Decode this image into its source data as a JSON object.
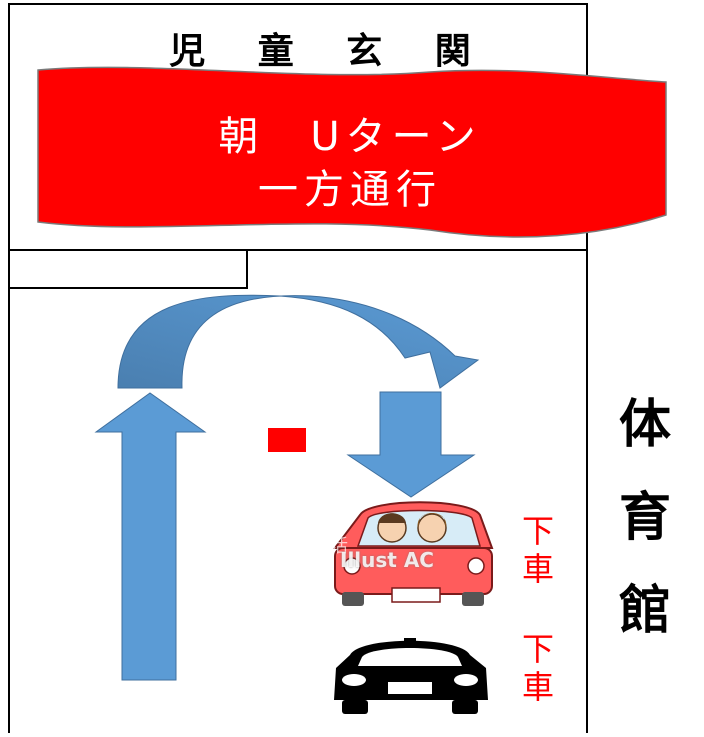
{
  "entrance": {
    "label": "児 童 玄 関"
  },
  "banner": {
    "line1": "朝　Uターン",
    "line2": "一方通行",
    "color": "#ff0000"
  },
  "gym": {
    "chars": [
      "体",
      "育",
      "館"
    ]
  },
  "cars": [
    {
      "name": "illustrated-car",
      "label": "下車",
      "color": "#ff5c5c"
    },
    {
      "name": "black-car",
      "label": "下車",
      "color": "#000000"
    }
  ],
  "watermark": {
    "text": "Illust AC"
  },
  "colors": {
    "arrow": "#5b9bd5",
    "arrow_dark": "#4a7fb0",
    "marker": "#ff0000"
  }
}
